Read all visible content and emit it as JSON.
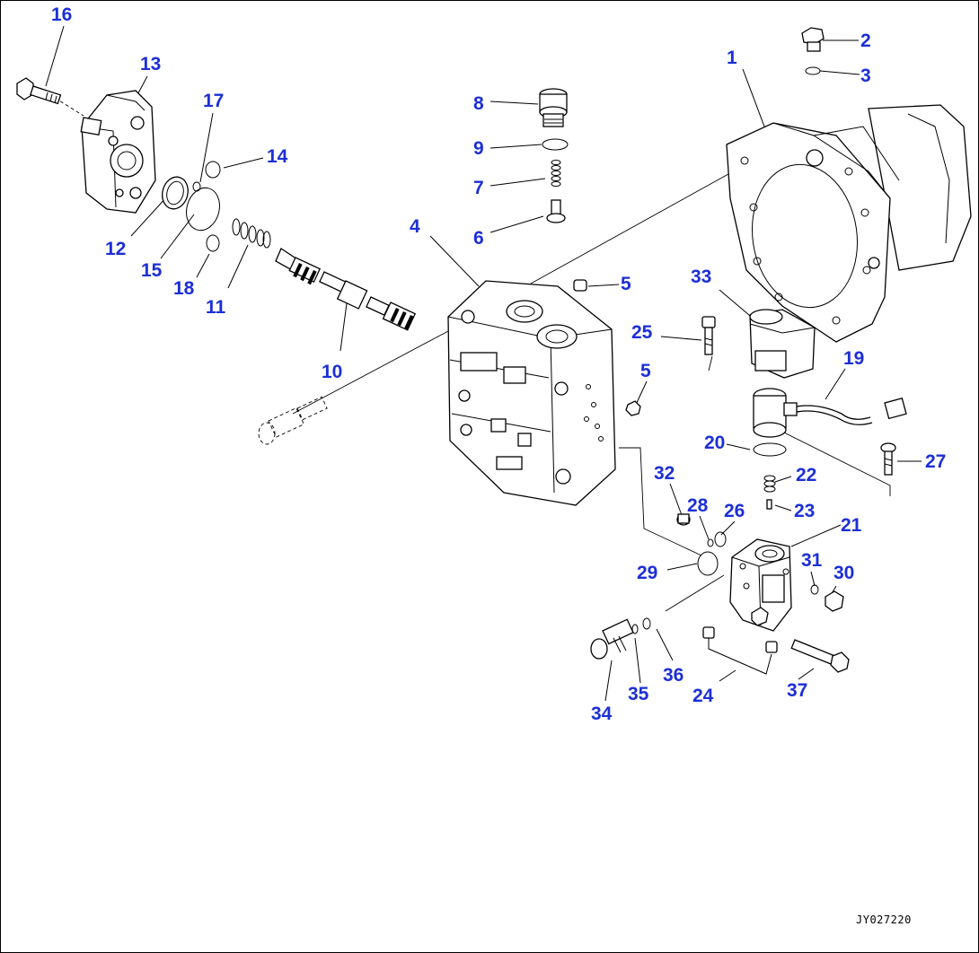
{
  "diagram": {
    "drawing_code": "JY027220",
    "callout_color": "#1c2fd6",
    "callouts": [
      "16",
      "13",
      "17",
      "14",
      "12",
      "15",
      "18",
      "11",
      "10",
      "8",
      "9",
      "7",
      "6",
      "4",
      "5",
      "5",
      "2",
      "3",
      "1",
      "33",
      "25",
      "19",
      "20",
      "22",
      "23",
      "27",
      "32",
      "28",
      "26",
      "21",
      "31",
      "30",
      "29",
      "34",
      "35",
      "36",
      "24",
      "37"
    ]
  }
}
